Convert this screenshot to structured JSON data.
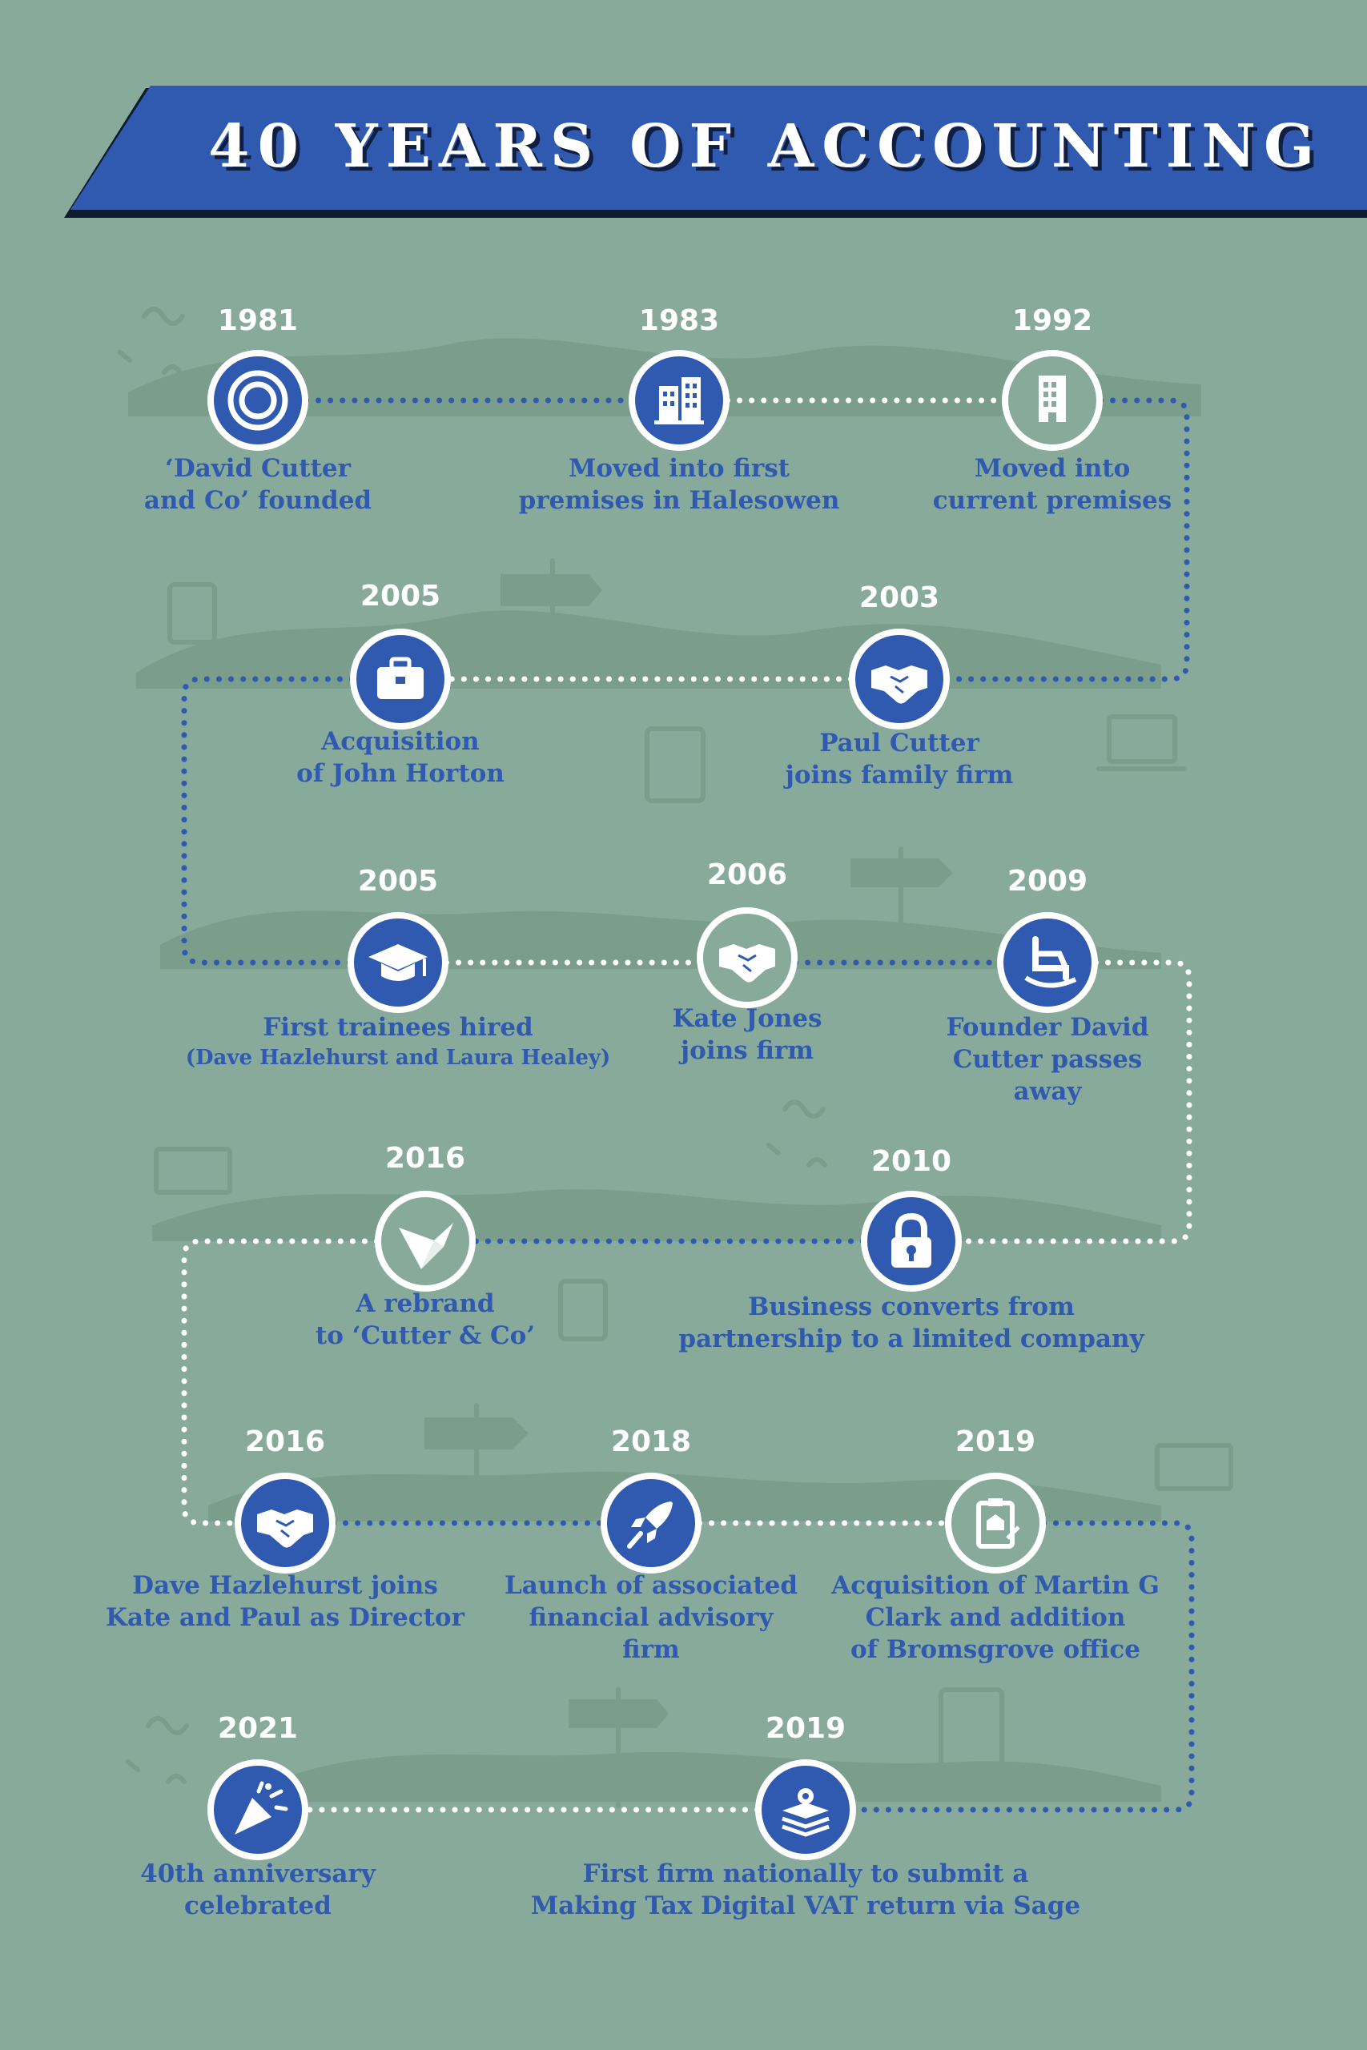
{
  "title": "40 YEARS OF ACCOUNTING",
  "colors": {
    "background": "#88aa9a",
    "banner": "#2f5ab0",
    "accent": "#2f5ab0",
    "text_white": "#ffffff"
  },
  "milestones": [
    {
      "year": "1981",
      "lines": [
        "‘David Cutter",
        "and Co’ founded"
      ],
      "icon": "target-icon"
    },
    {
      "year": "1983",
      "lines": [
        "Moved into first",
        "premises in Halesowen"
      ],
      "icon": "office-building-icon"
    },
    {
      "year": "1992",
      "lines": [
        "Moved into",
        "current premises"
      ],
      "icon": "building-icon"
    },
    {
      "year": "2003",
      "lines": [
        "Paul Cutter",
        "joins family firm"
      ],
      "icon": "handshake-icon"
    },
    {
      "year": "2005",
      "lines": [
        "Acquisition",
        "of John Horton"
      ],
      "icon": "briefcase-icon"
    },
    {
      "year": "2005",
      "lines": [
        "First trainees hired"
      ],
      "sub": "(Dave Hazlehurst and Laura Healey)",
      "icon": "graduation-cap-icon"
    },
    {
      "year": "2006",
      "lines": [
        "Kate Jones",
        "joins firm"
      ],
      "icon": "handshake-icon"
    },
    {
      "year": "2009",
      "lines": [
        "Founder David",
        "Cutter passes",
        "away"
      ],
      "icon": "rocking-chair-icon"
    },
    {
      "year": "2010",
      "lines": [
        "Business converts from",
        "partnership to a limited company"
      ],
      "icon": "padlock-icon"
    },
    {
      "year": "2016",
      "lines": [
        "A rebrand",
        "to ‘Cutter & Co’"
      ],
      "icon": "origami-bird-icon"
    },
    {
      "year": "2016",
      "lines": [
        "Dave Hazlehurst joins",
        "Kate and Paul as Director"
      ],
      "icon": "handshake-icon"
    },
    {
      "year": "2018",
      "lines": [
        "Launch of associated",
        "financial advisory",
        "firm"
      ],
      "icon": "rocket-icon"
    },
    {
      "year": "2019",
      "lines": [
        "Acquisition of Martin G",
        "Clark and addition",
        "of Bromsgrove office"
      ],
      "icon": "clipboard-icon"
    },
    {
      "year": "2019",
      "lines": [
        "First firm nationally to submit a",
        "Making Tax Digital VAT return via Sage"
      ],
      "icon": "layers-gear-icon"
    },
    {
      "year": "2021",
      "lines": [
        "40th anniversary",
        "celebrated"
      ],
      "icon": "party-popper-icon"
    }
  ]
}
